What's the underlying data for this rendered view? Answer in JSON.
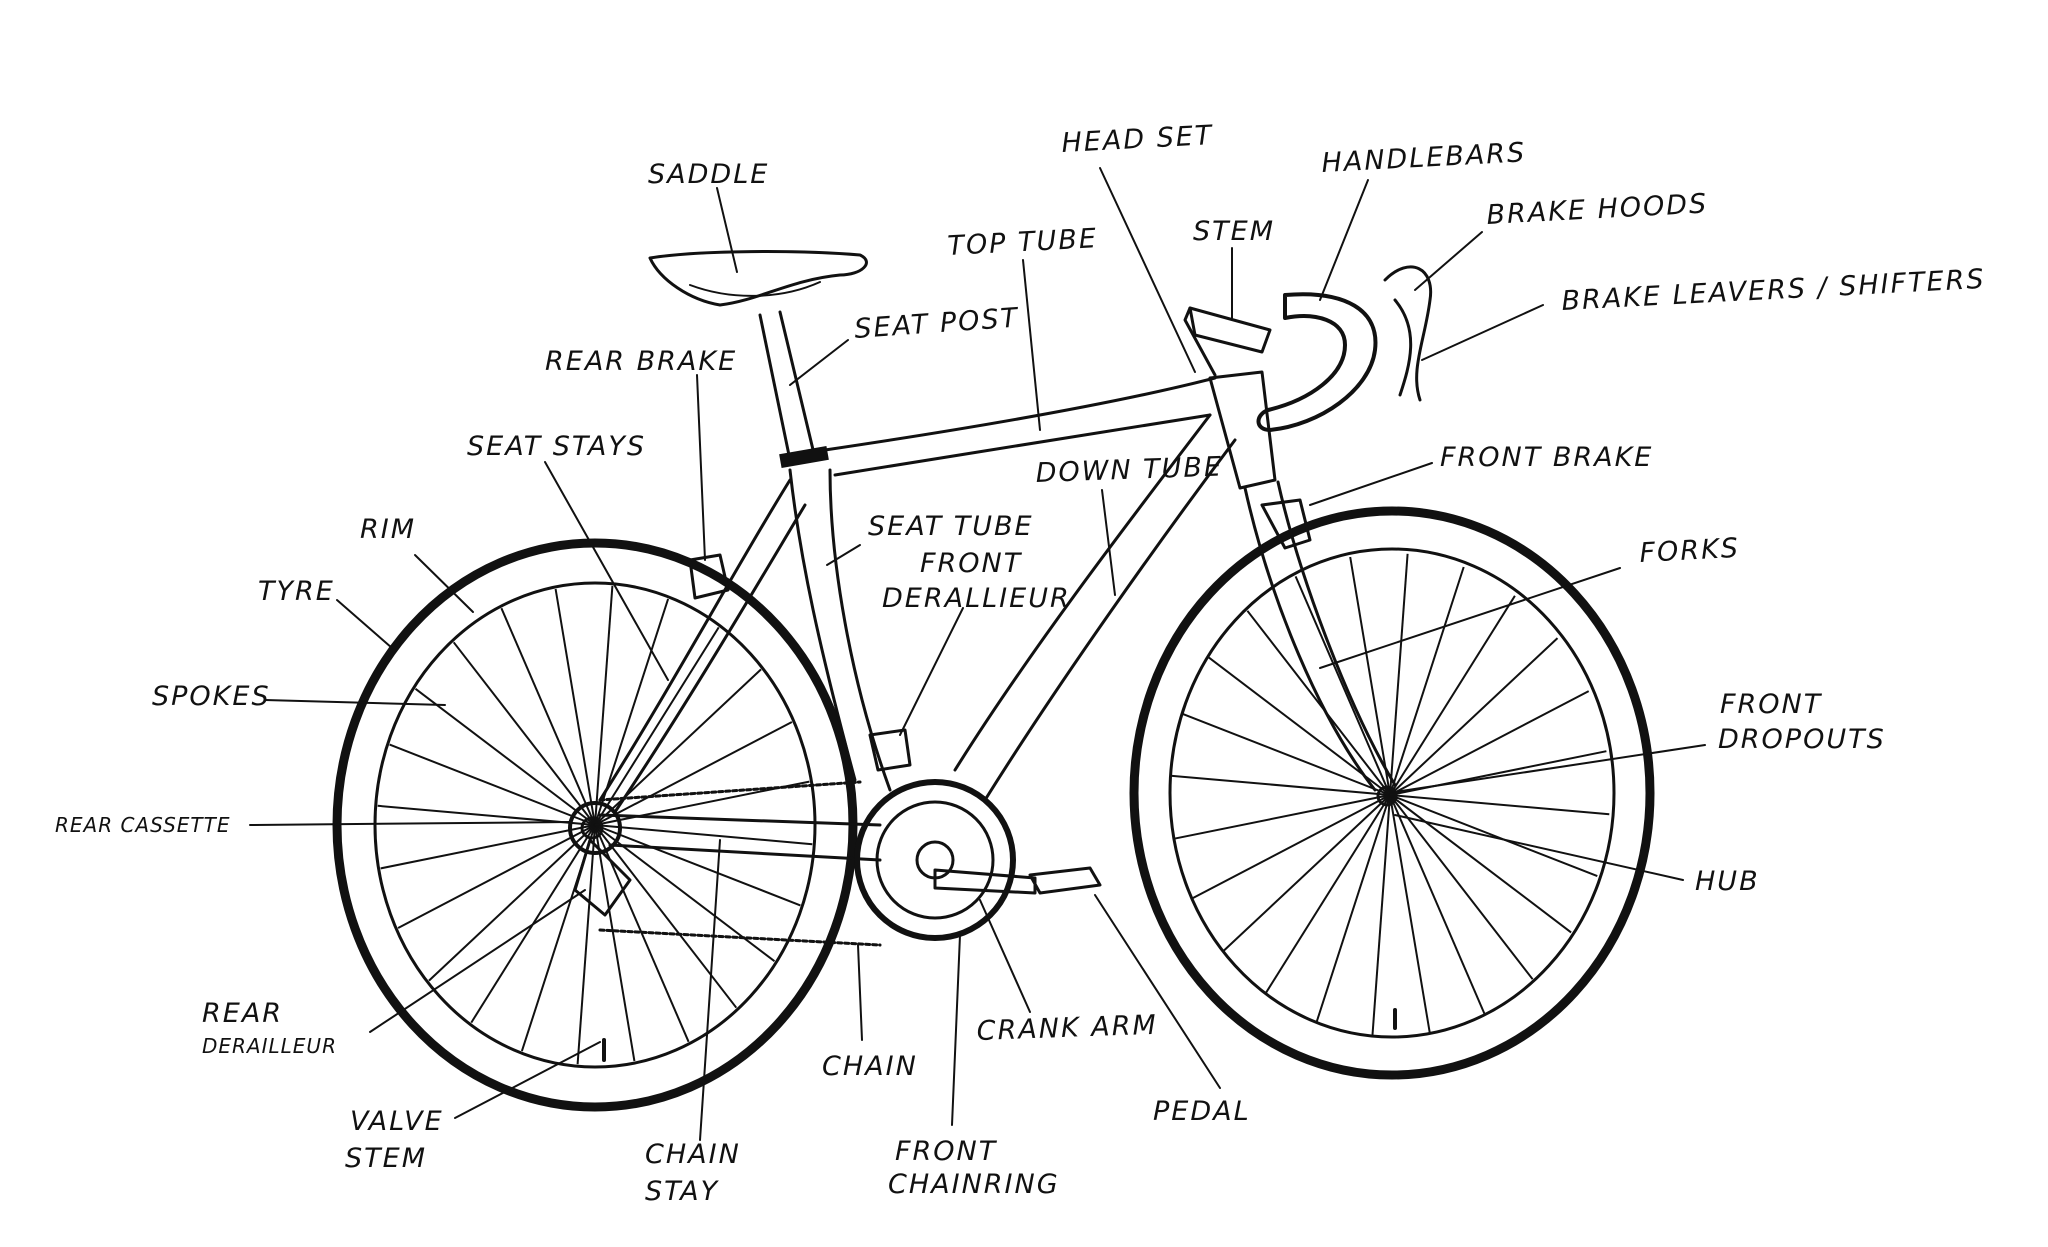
{
  "labels": {
    "saddle": "SADDLE",
    "head_set": "HEAD SET",
    "handlebars": "HANDLEBARS",
    "brake_hoods": "BRAKE HOODS",
    "stem": "STEM",
    "top_tube": "TOP TUBE",
    "brake_leavers_shifters": "BRAKE LEAVERS / SHIFTERS",
    "seat_post": "SEAT POST",
    "rear_brake": "REAR BRAKE",
    "seat_stays": "SEAT STAYS",
    "front_brake": "FRONT BRAKE",
    "down_tube": "DOWN TUBE",
    "rim": "RIM",
    "seat_tube": "SEAT TUBE",
    "front_derailleur_1": "FRONT",
    "front_derailleur_2": "DERALLIEUR",
    "forks": "FORKS",
    "tyre": "TYRE",
    "spokes": "SPOKES",
    "front_dropouts_1": "FRONT",
    "front_dropouts_2": "DROPOUTS",
    "rear_cassette": "REAR CASSETTE",
    "hub": "HUB",
    "rear_derailleur_1": "REAR",
    "rear_derailleur_2": "DERAILLEUR",
    "crank_arm": "CRANK ARM",
    "chain": "CHAIN",
    "valve_stem_1": "VALVE",
    "valve_stem_2": "STEM",
    "pedal": "PEDAL",
    "chain_stay_1": "CHAIN",
    "chain_stay_2": "STAY",
    "front_chainring_1": "FRONT",
    "front_chainring_2": "CHAINRING"
  }
}
